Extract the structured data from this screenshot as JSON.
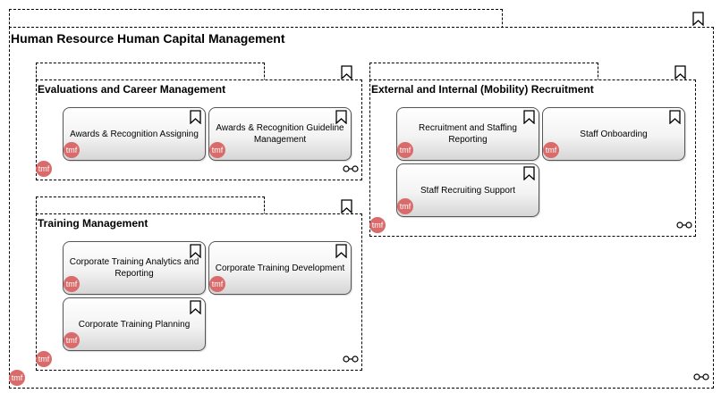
{
  "root": {
    "title": "Human Resource Human Capital Management",
    "badge": "tmf"
  },
  "groups": {
    "evaluations": {
      "title": "Evaluations and Career Management",
      "badge": "tmf",
      "cards": [
        {
          "label": "Awards & Recognition Assigning",
          "badge": "tmf"
        },
        {
          "label": "Awards & Recognition Guideline Management",
          "badge": "tmf"
        }
      ]
    },
    "training": {
      "title": "Training Management",
      "badge": "tmf",
      "cards": [
        {
          "label": "Corporate Training Analytics and Reporting",
          "badge": "tmf"
        },
        {
          "label": "Corporate Training Development",
          "badge": "tmf"
        },
        {
          "label": "Corporate Training Planning",
          "badge": "tmf"
        }
      ]
    },
    "recruitment": {
      "title": "External and Internal (Mobility) Recruitment",
      "badge": "tmf",
      "cards": [
        {
          "label": "Recruitment and Staffing Reporting",
          "badge": "tmf"
        },
        {
          "label": "Staff Onboarding",
          "badge": "tmf"
        },
        {
          "label": "Staff Recruiting Support",
          "badge": "tmf"
        }
      ]
    }
  },
  "icons": {
    "flag": "bookmark-flag-icon",
    "link": "chain-link-icon"
  },
  "colors": {
    "badge": "#d96b6b",
    "border": "#000000"
  }
}
